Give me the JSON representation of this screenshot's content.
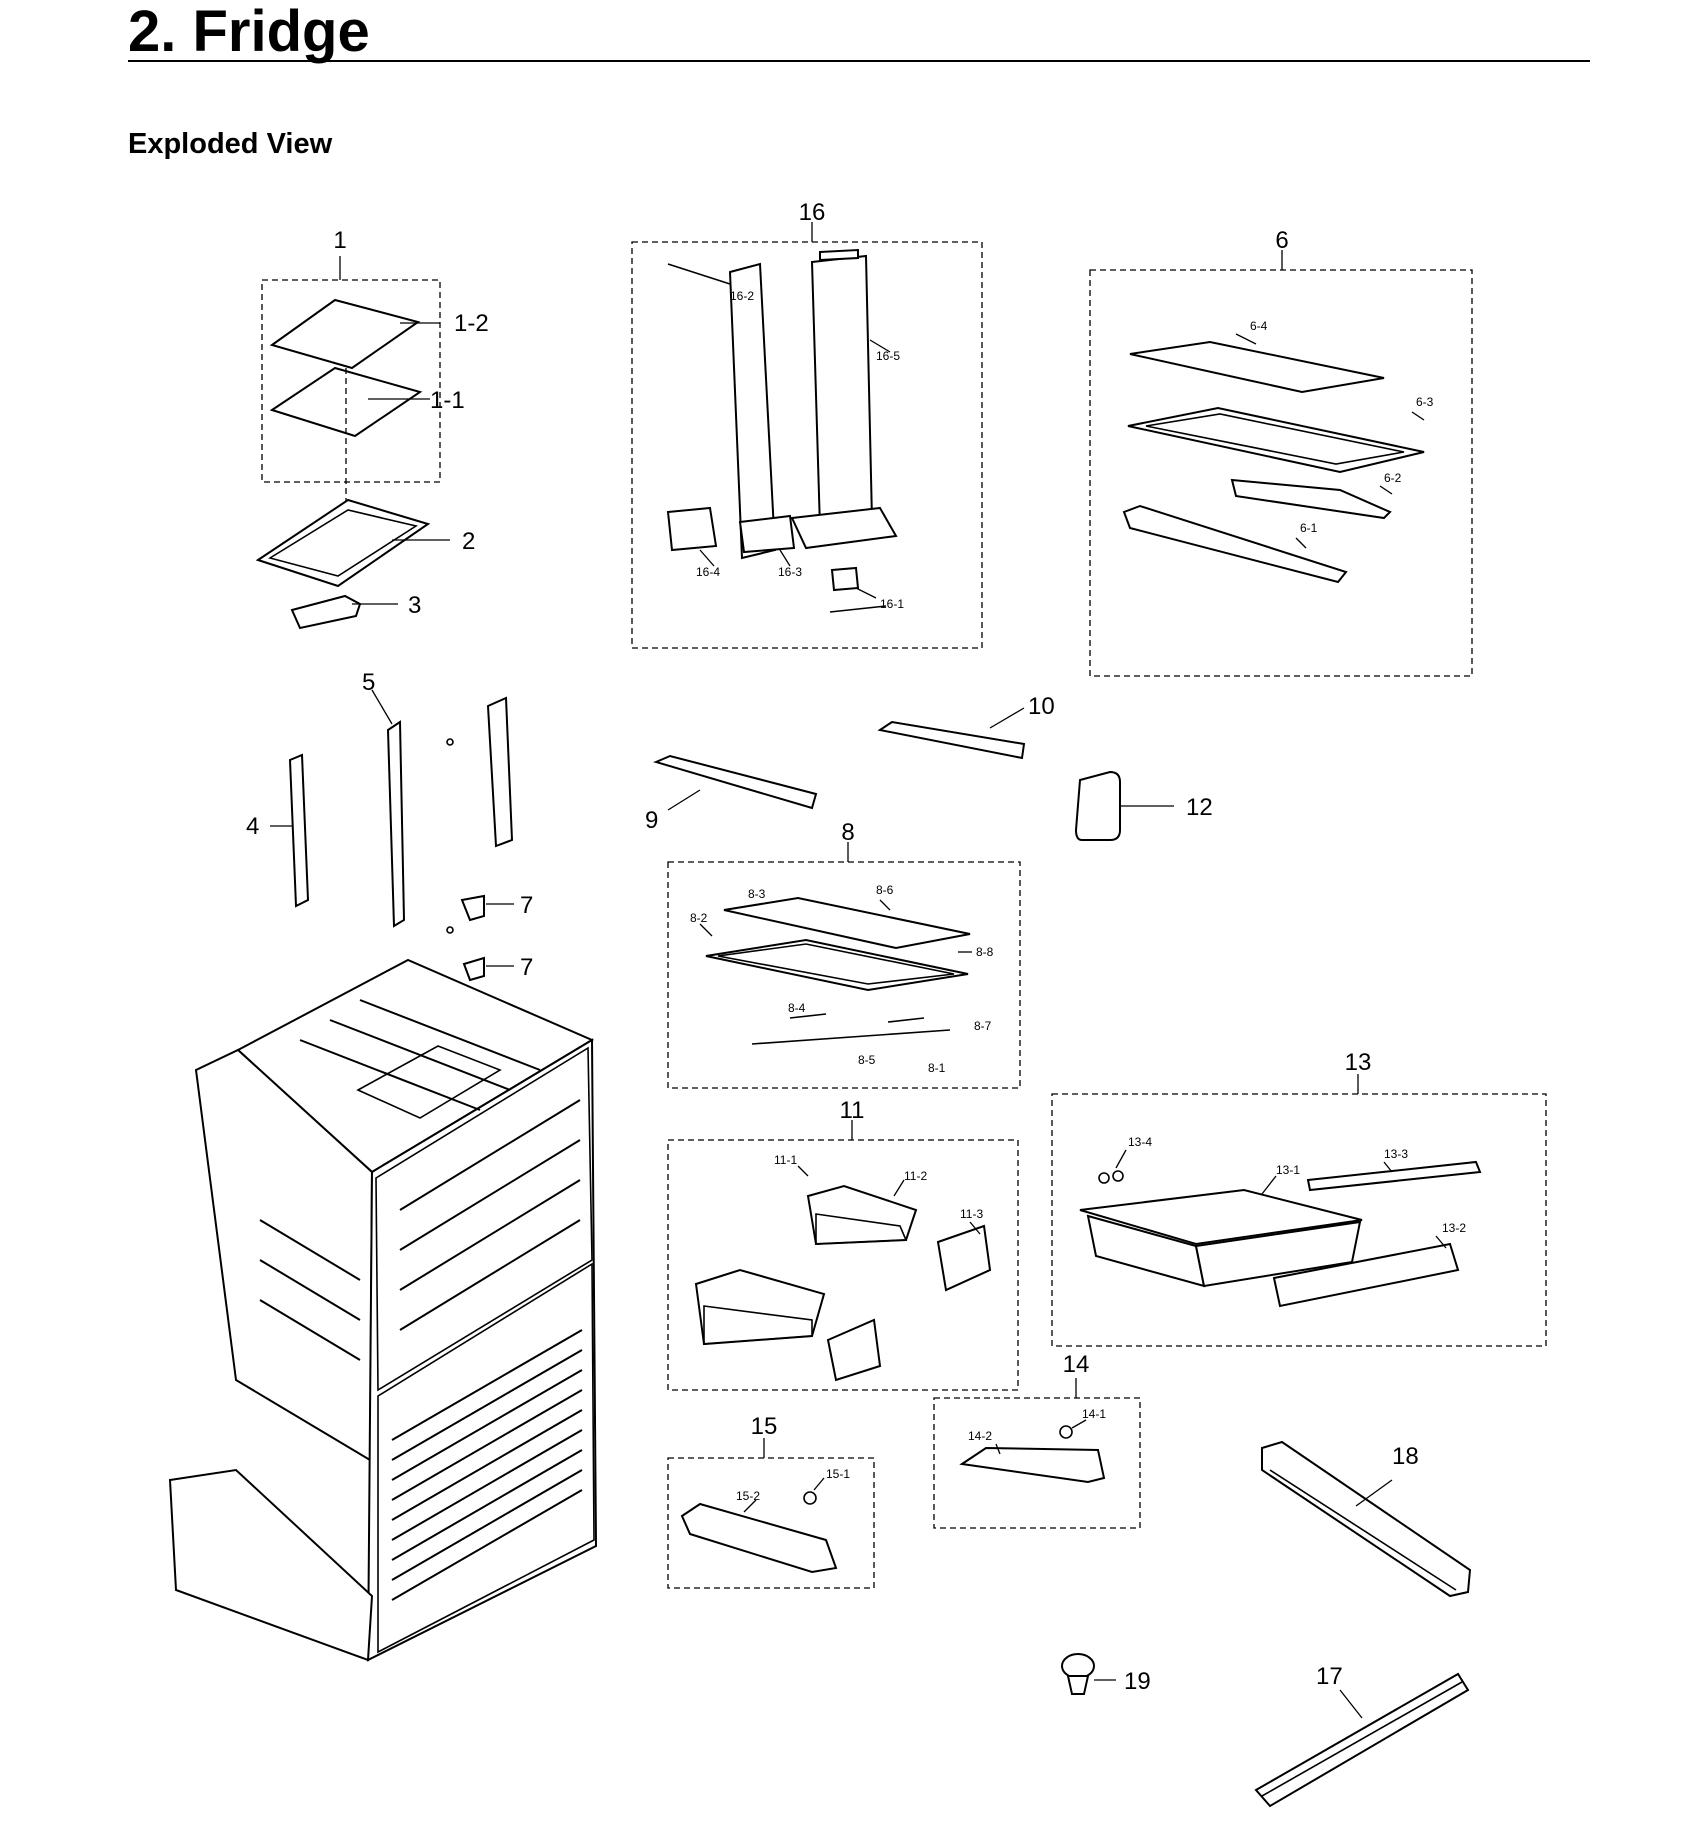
{
  "page": {
    "title": "2.  Fridge",
    "subtitle": "Exploded View"
  },
  "callouts": {
    "c1": "1",
    "c1_2": "1-2",
    "c1_1": "1-1",
    "c2": "2",
    "c3": "3",
    "c4": "4",
    "c5": "5",
    "c6": "6",
    "c6_1": "6-1",
    "c6_2": "6-2",
    "c6_3": "6-3",
    "c6_4": "6-4",
    "c7a": "7",
    "c7b": "7",
    "c8": "8",
    "c8_1": "8-1",
    "c8_2": "8-2",
    "c8_3": "8-3",
    "c8_4": "8-4",
    "c8_5": "8-5",
    "c8_6": "8-6",
    "c8_7": "8-7",
    "c8_8": "8-8",
    "c9": "9",
    "c10": "10",
    "c11": "11",
    "c11_1": "11-1",
    "c11_2": "11-2",
    "c11_3": "11-3",
    "c12": "12",
    "c13": "13",
    "c13_1": "13-1",
    "c13_2": "13-2",
    "c13_3": "13-3",
    "c13_4": "13-4",
    "c14": "14",
    "c14_1": "14-1",
    "c14_2": "14-2",
    "c15": "15",
    "c15_1": "15-1",
    "c15_2": "15-2",
    "c16": "16",
    "c16_1": "16-1",
    "c16_2": "16-2",
    "c16_3": "16-3",
    "c16_4": "16-4",
    "c16_5": "16-5",
    "c17": "17",
    "c18": "18",
    "c19": "19"
  }
}
